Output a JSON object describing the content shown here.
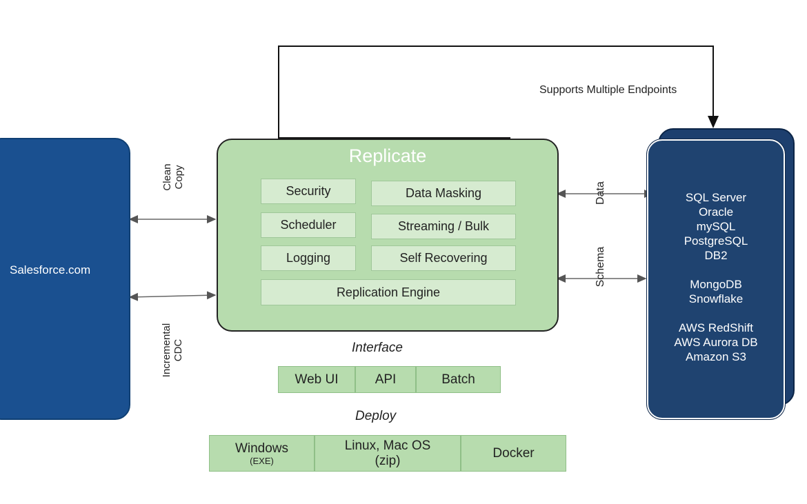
{
  "feedback_label": "Supports Multiple Endpoints",
  "source": {
    "label": "Salesforce.com"
  },
  "left_links": {
    "top": [
      "Clean",
      "Copy"
    ],
    "bottom": [
      "Incremental",
      "CDC"
    ]
  },
  "replicate": {
    "title": "Replicate",
    "features": [
      "Security",
      "Data Masking",
      "Scheduler",
      "Streaming / Bulk",
      "Logging",
      "Self Recovering"
    ],
    "engine": "Replication Engine"
  },
  "right_links": {
    "top": "Data",
    "bottom": "Schema"
  },
  "endpoints": {
    "group1": [
      "SQL Server",
      "Oracle",
      "mySQL",
      "PostgreSQL",
      "DB2"
    ],
    "group2": [
      "MongoDB",
      "Snowflake"
    ],
    "group3": [
      "AWS RedShift",
      "AWS Aurora DB",
      "Amazon S3"
    ]
  },
  "interface": {
    "label": "Interface",
    "items": [
      "Web UI",
      "API",
      "Batch"
    ]
  },
  "deploy": {
    "label": "Deploy",
    "windows": "Windows",
    "windows_sub": "(EXE)",
    "linux": "Linux, Mac OS",
    "linux_sub": "(zip)",
    "docker": "Docker"
  }
}
